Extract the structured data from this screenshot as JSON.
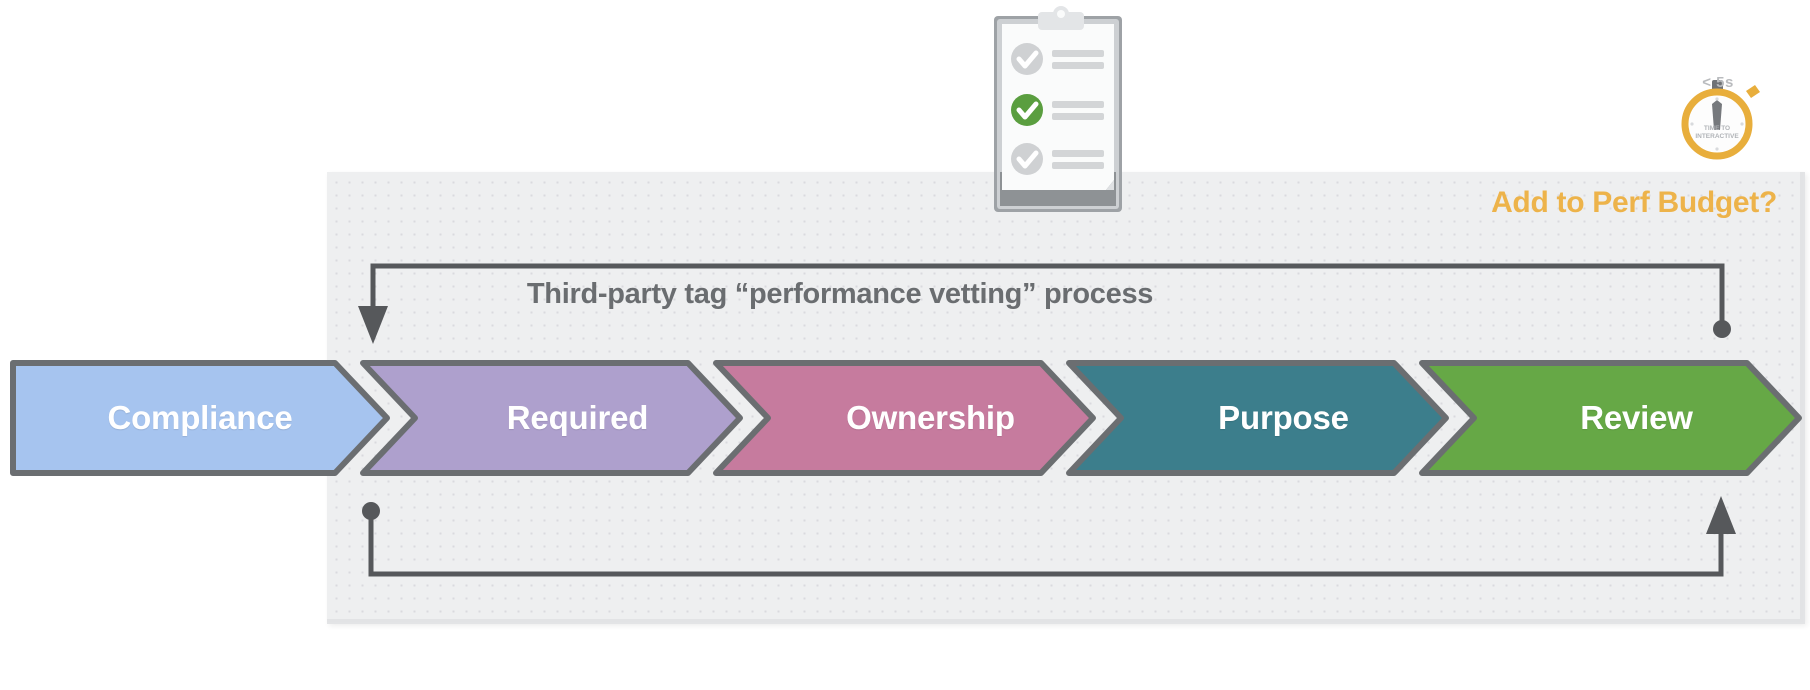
{
  "diagram": {
    "title": "Third-party tag “performance vetting” process",
    "perf_budget_label": "Add to Perf Budget?",
    "panel_name": "vetting-process-panel"
  },
  "stages": [
    {
      "label": "Compliance",
      "color": "#a6c4ef",
      "name": "stage-compliance"
    },
    {
      "label": "Required",
      "color": "#aea0cd",
      "name": "stage-required"
    },
    {
      "label": "Ownership",
      "color": "#c67b9e",
      "name": "stage-ownership"
    },
    {
      "label": "Purpose",
      "color": "#3c7e8c",
      "name": "stage-purpose"
    },
    {
      "label": "Review",
      "color": "#66a846",
      "name": "stage-review"
    }
  ],
  "icons": {
    "clipboard": {
      "name": "clipboard-checklist-icon",
      "checks": [
        "unchecked",
        "checked",
        "unchecked"
      ],
      "checked_color": "#5a9e3f",
      "unchecked_color": "#cfd1d3"
    },
    "stopwatch": {
      "name": "stopwatch-icon",
      "threshold": "< 5s",
      "metric_line1": "TIME TO",
      "metric_line2": "INTERACTIVE",
      "color": "#e8ae3c"
    }
  },
  "connectors": {
    "top": {
      "name": "feedback-loop-top",
      "from": "review-right",
      "to": "compliance-left",
      "terminal_start": "dot",
      "terminal_end": "arrow"
    },
    "bottom": {
      "name": "feedback-loop-bottom",
      "from": "compliance-left",
      "to": "review-right",
      "terminal_start": "dot",
      "terminal_end": "arrow"
    },
    "color": "#56585b"
  },
  "colors": {
    "panel_bg": "#eeeff0",
    "stroke": "#6b6e71",
    "title_text": "#6a6d70",
    "accent_amber": "#edb34a"
  }
}
